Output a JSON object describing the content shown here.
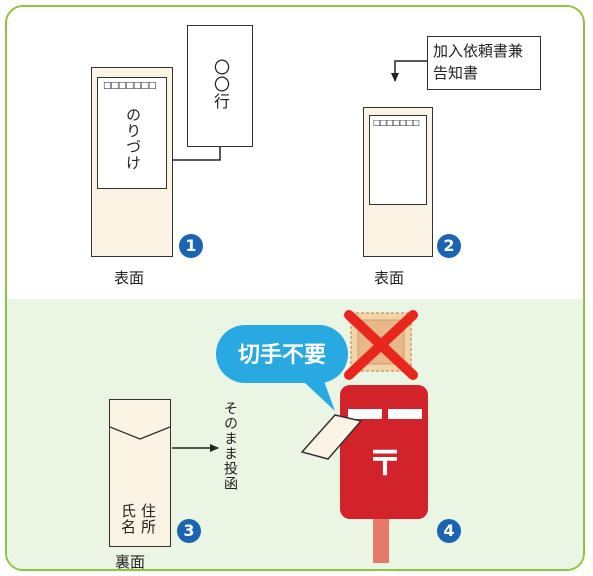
{
  "step1": {
    "number": "1",
    "caption": "表面",
    "envelope_text": "のりづけ",
    "postal_code_box": "□□□□□□□",
    "addressee_label": "〇〇行"
  },
  "step2": {
    "number": "2",
    "caption": "表面",
    "callout": "加入依頼書兼告知書",
    "postal_code_box": "□□□□□□□"
  },
  "step3": {
    "number": "3",
    "caption": "裏面",
    "sender_address": "住所",
    "sender_name": "氏名",
    "instruction": "そのまま投函"
  },
  "step4": {
    "number": "4",
    "stamp_notice": "切手不要",
    "postmark": "〒"
  },
  "colors": {
    "frame_border": "#8cc63f",
    "band_background": "#ebf5e4",
    "badge_blue": "#1b63b3",
    "speech_bubble": "#29a9e1",
    "postbox_red": "#d2232a",
    "cross_red": "#e8261c",
    "envelope_fill": "#fbf3e3"
  }
}
